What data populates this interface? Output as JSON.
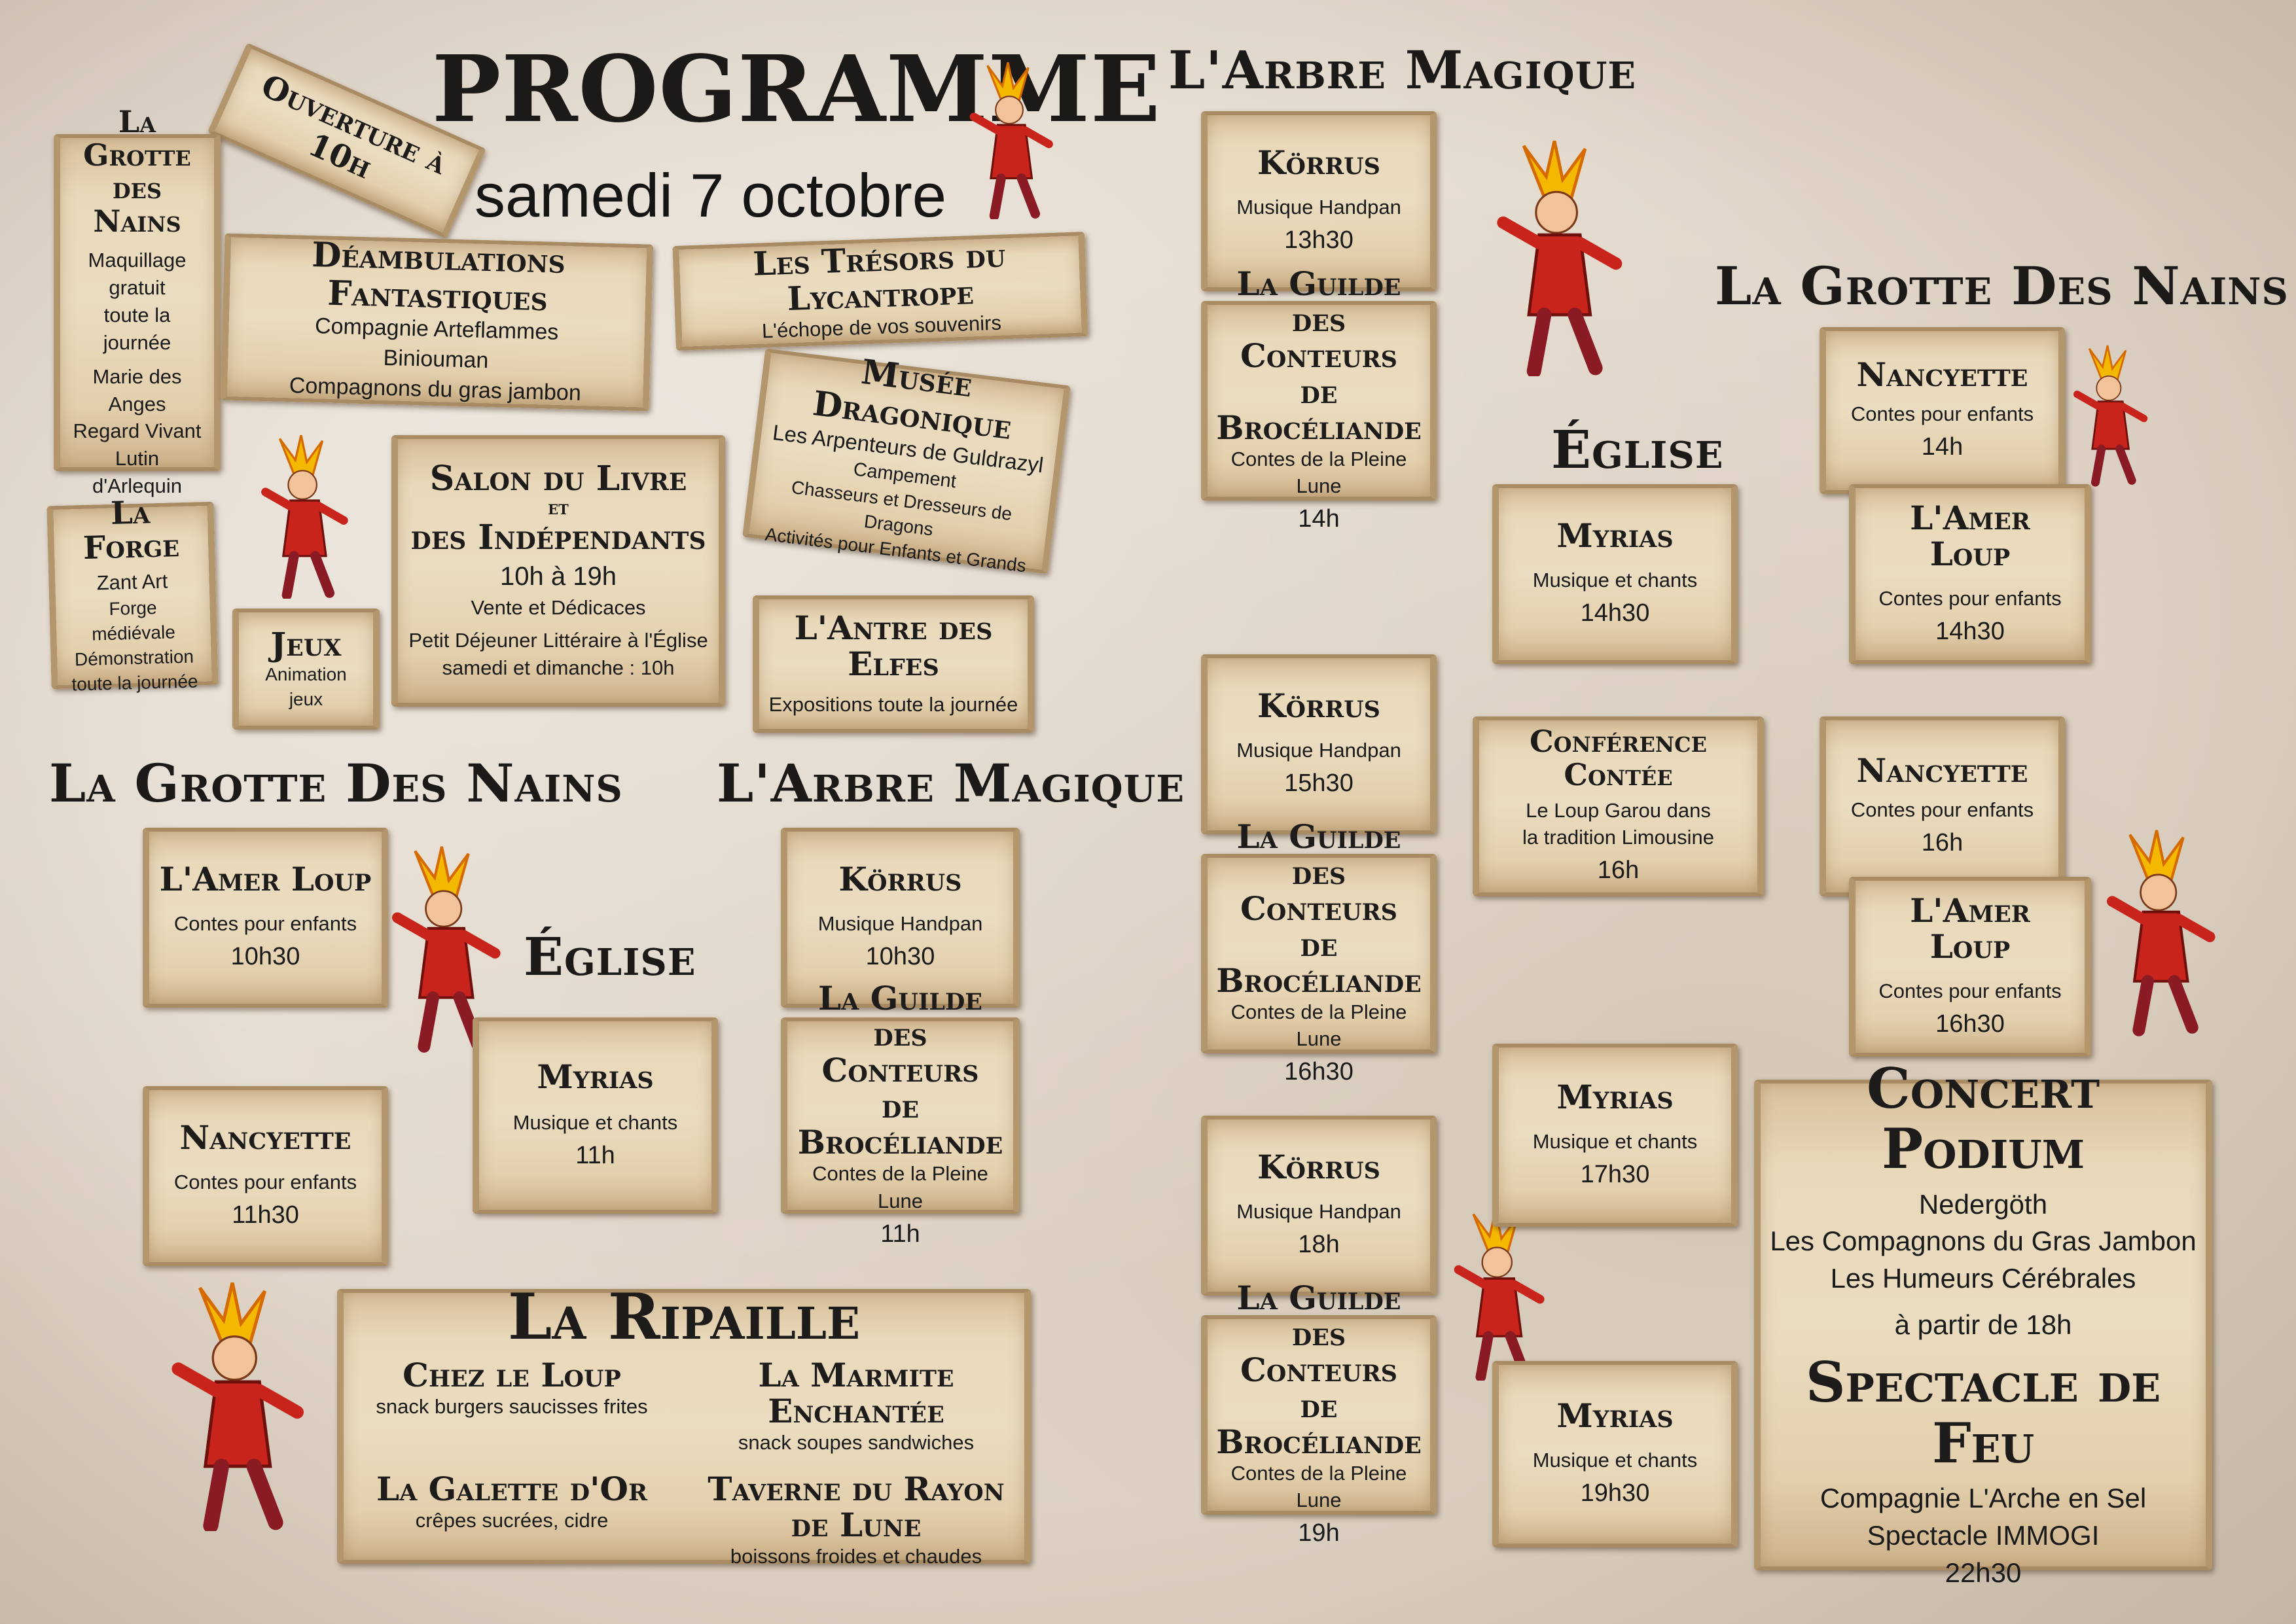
{
  "header": {
    "title": "PROGRAMME",
    "date": "samedi 7 octobre",
    "opening": "Ouverture à 10h"
  },
  "left": {
    "grotte_nains": {
      "title": "La Grotte des Nains",
      "l1": "Maquillage",
      "l2": "gratuit",
      "l3": "toute la journée",
      "l4": "Marie des Anges",
      "l5": "Regard Vivant",
      "l6": "Lutin d'Arlequin"
    },
    "deambulations": {
      "title": "Déambulations Fantastiques",
      "l1": "Compagnie Arteflammes",
      "l2": "Biniouman",
      "l3": "Compagnons du gras jambon"
    },
    "tresors": {
      "title": "Les Trésors du Lycantrope",
      "l1": "L'échope de vos souvenirs"
    },
    "musee": {
      "title": "Musée Dragonique",
      "l1": "Les Arpenteurs de Guldrazyl",
      "l2": "Campement",
      "l3": "Chasseurs et Dresseurs de Dragons",
      "l4": "Activités pour Enfants et Grands"
    },
    "forge": {
      "title": "La Forge",
      "l1": "Zant Art",
      "l2": "Forge médiévale",
      "l3": "Démonstration",
      "l4": "toute la journée"
    },
    "salon": {
      "title1": "Salon du Livre",
      "et": "et",
      "title2": "des Indépendants",
      "hours": "10h à 19h",
      "l1": "Vente et Dédicaces",
      "l2": "Petit Déjeuner Littéraire à l'Église",
      "l3": "samedi et dimanche : 10h"
    },
    "jeux": {
      "title": "Jeux",
      "l1": "Animation jeux"
    },
    "antre": {
      "title": "L'Antre des Elfes",
      "l1": "Expositions toute la journée"
    },
    "section_grotte": "La Grotte Des Nains",
    "section_arbre": "L'Arbre Magique",
    "section_eglise": "Église",
    "amerloup": {
      "title": "L'Amer Loup",
      "sub": "Contes pour enfants",
      "time": "10h30"
    },
    "nancyette": {
      "title": "Nancyette",
      "sub": "Contes pour enfants",
      "time": "11h30"
    },
    "myrias": {
      "title": "Myrias",
      "sub": "Musique et chants",
      "time": "11h"
    },
    "korrus": {
      "title": "Körrus",
      "sub": "Musique Handpan",
      "time": "10h30"
    },
    "guilde": {
      "t1": "La Guilde",
      "t2": "des Conteurs",
      "t3": "de Brocéliande",
      "sub": "Contes de la Pleine Lune",
      "time": "11h"
    },
    "ripaille": {
      "title": "La Ripaille",
      "items": [
        {
          "name": "Chez le Loup",
          "desc": "snack burgers saucisses frites"
        },
        {
          "name": "La Marmite Enchantée",
          "desc": "snack soupes sandwiches"
        },
        {
          "name": "La Galette d'Or",
          "desc": "crêpes sucrées, cidre"
        },
        {
          "name": "Taverne du Rayon de Lune",
          "desc": "boissons froides et chaudes"
        }
      ]
    }
  },
  "right": {
    "section_arbre": "L'Arbre Magique",
    "section_grotte": "La Grotte Des Nains",
    "section_eglise": "Église",
    "korrus1": {
      "title": "Körrus",
      "sub": "Musique Handpan",
      "time": "13h30"
    },
    "guilde1": {
      "t1": "La Guilde",
      "t2": "des Conteurs",
      "t3": "de Brocéliande",
      "sub": "Contes de la Pleine Lune",
      "time": "14h"
    },
    "korrus2": {
      "title": "Körrus",
      "sub": "Musique Handpan",
      "time": "15h30"
    },
    "guilde2": {
      "t1": "La Guilde",
      "t2": "des Conteurs",
      "t3": "de Brocéliande",
      "sub": "Contes de la Pleine Lune",
      "time": "16h30"
    },
    "korrus3": {
      "title": "Körrus",
      "sub": "Musique Handpan",
      "time": "18h"
    },
    "guilde3": {
      "t1": "La Guilde",
      "t2": "des Conteurs",
      "t3": "de Brocéliande",
      "sub": "Contes de la Pleine Lune",
      "time": "19h"
    },
    "myrias1": {
      "title": "Myrias",
      "sub": "Musique et chants",
      "time": "14h30"
    },
    "conference": {
      "title": "Conférence Contée",
      "l1": "Le Loup Garou dans",
      "l2": "la tradition Limousine",
      "time": "16h"
    },
    "myrias2": {
      "title": "Myrias",
      "sub": "Musique et chants",
      "time": "17h30"
    },
    "myrias3": {
      "title": "Myrias",
      "sub": "Musique et chants",
      "time": "19h30"
    },
    "nancyette1": {
      "title": "Nancyette",
      "sub": "Contes pour enfants",
      "time": "14h"
    },
    "amerloup1": {
      "title": "L'Amer Loup",
      "sub": "Contes pour enfants",
      "time": "14h30"
    },
    "nancyette2": {
      "title": "Nancyette",
      "sub": "Contes pour enfants",
      "time": "16h"
    },
    "amerloup2": {
      "title": "L'Amer Loup",
      "sub": "Contes pour enfants",
      "time": "16h30"
    },
    "concert": {
      "title": "Concert Podium",
      "l1": "Nedergöth",
      "l2": "Les Compagnons du Gras Jambon",
      "l3": "Les Humeurs Cérébrales",
      "l4": "à partir de 18h",
      "feu_title": "Spectacle de Feu",
      "f1": "Compagnie L'Arche en Sel",
      "f2": "Spectacle IMMOGI",
      "f3": "22h30"
    }
  },
  "colors": {
    "parchment": "#e3d9cc",
    "scroll": "#e8d7b6",
    "scroll_edge": "#b4966c",
    "ink": "#1c1a18",
    "mascot_red": "#c8241c",
    "mascot_hair": "#f5b800"
  }
}
